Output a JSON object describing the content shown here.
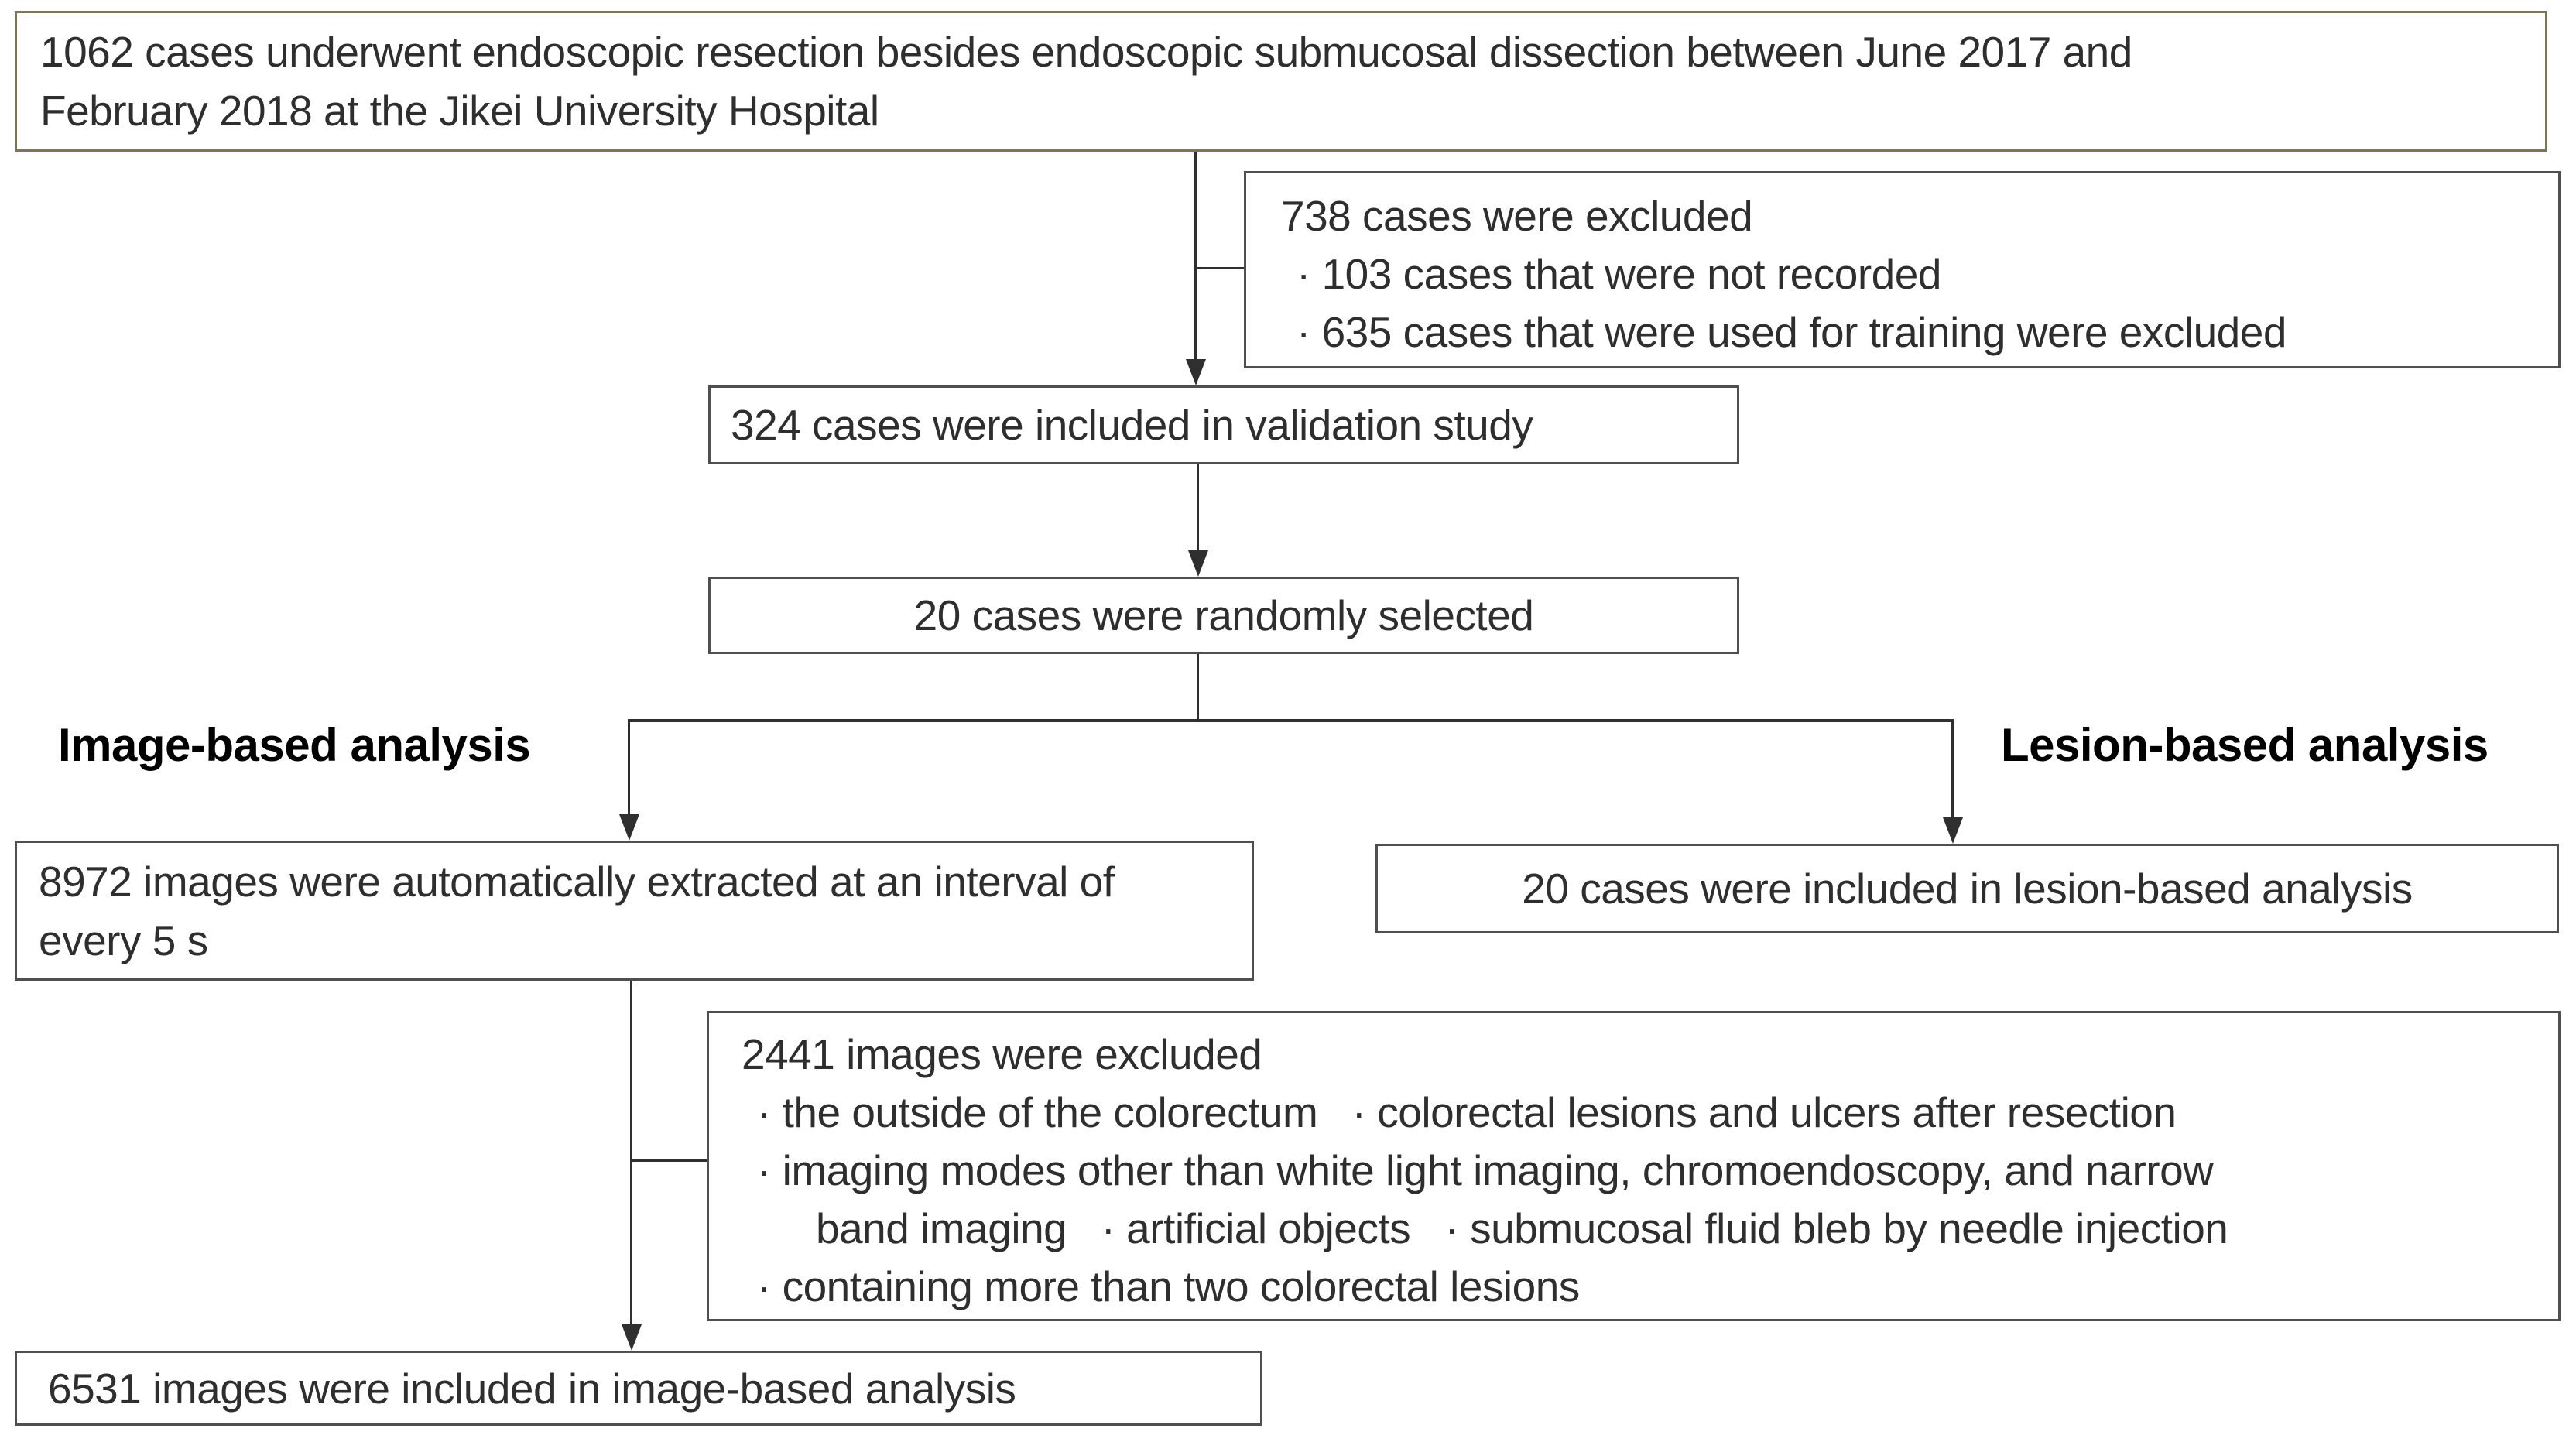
{
  "figure": {
    "type": "flow-diagram",
    "description_visible_only": "study flow chart"
  },
  "colors": {
    "background": "#ffffff",
    "box_border_gray": "#4f4f4f",
    "top_box_border_olive": "#7c7655",
    "connector_line": "#2f2f2f",
    "body_text": "#2e2e2e",
    "branch_label_text": "#000000"
  },
  "flowchart": {
    "top_box": {
      "text": "1062 cases underwent endoscopic resection besides endoscopic submucosal dissection between June 2017 and February 2018 at the Jikei University Hospital"
    },
    "exclusion_box_1": {
      "title": "738 cases were excluded",
      "items": [
        "· 103 cases that were not recorded",
        "· 635 cases that were used for training were excluded"
      ]
    },
    "validation_box": {
      "text": "324 cases were included in validation study"
    },
    "random_selection_box": {
      "text": "20 cases were randomly selected"
    },
    "branch_labels": {
      "left": "Image-based analysis",
      "right": "Lesion-based analysis"
    },
    "image_extraction_box": {
      "text": "8972 images were automatically extracted at an interval of every 5 s"
    },
    "lesion_analysis_box": {
      "text": "20 cases were included in lesion-based analysis"
    },
    "exclusion_box_2": {
      "title": "2441 images were excluded",
      "lines": [
        "· the outside of the colorectum   · colorectal lesions and ulcers after resection",
        "· imaging modes other than white light imaging, chromoendoscopy, and narrow",
        "band imaging   · artificial objects   · submucosal fluid bleb by needle injection",
        "· containing more than two colorectal lesions"
      ]
    },
    "final_box": {
      "text": "6531 images were included in image-based analysis"
    }
  }
}
